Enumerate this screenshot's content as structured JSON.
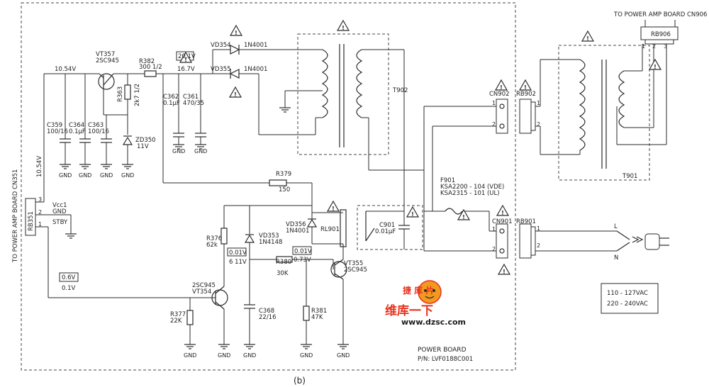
{
  "labels": {
    "v_10_54_top": "10.54V",
    "vt357": "VT357",
    "vt357_type": "2SC945",
    "r382": "R382",
    "r382_val": "300 1/2",
    "v_16_7": "16.7V",
    "v_20_1": "20.1V",
    "vd354": "VD354",
    "vd354_type": "1N4001",
    "vd355": "VD355",
    "vd355_type": "1N4001",
    "r363": "R363",
    "r363_val": "2k7 1/2",
    "c362": "C362",
    "c362_val": "0.1μF",
    "c361": "C361",
    "c361_val": "470/35",
    "c359": "C359",
    "c359_val": "100/16",
    "c364": "C364",
    "c364_val": "0.1μF",
    "c363": "C363",
    "c363_val": "100/16",
    "zd350": "ZD350",
    "zd350_val": "11V",
    "gnd": "GND",
    "t902": "T902",
    "cn902": "CN902",
    "rb902": "RB902",
    "pin1": "1",
    "pin2": "2",
    "pin3": "3",
    "r379": "R379",
    "r379_val": "150",
    "v_10_54_side": "10.54V",
    "to_power_amp_cn351": "TO POWER AMP BOARD CN351",
    "rb351": "RB351",
    "vcc1": "Vcc1",
    "gnd_pin": "GND",
    "stby": "STBY",
    "f901": "F901",
    "f901_vde": "KSA2200 - 104 (VDE)",
    "f901_ul": "KSA2315 - 101 (UL)",
    "vd356": "VD356",
    "vd356_type": "1N4001",
    "rl901": "RL901",
    "c901": "C901",
    "c901_val": "0.01μF",
    "cn901": "CN901",
    "rb901": "RB901",
    "r376": "R376",
    "r376_val": "62k",
    "vd353": "VD353",
    "vd353_type": "1N4148",
    "v_0_01_a": "0.01V",
    "v_6_11": "6 11V",
    "v_0_01_b": "0.01V",
    "v_0_73": "0.73V",
    "r380": "R380",
    "r380_val": "30K",
    "vt355": "VT355",
    "vt355_type": "2SC945",
    "v_0_6": "0.6V",
    "v_0_1": "0.1V",
    "vt354_type": "2SC945",
    "vt354": "VT354",
    "r377": "R377",
    "r377_val": "22K",
    "c368": "C368",
    "c368_val": "22/16",
    "r381": "R381",
    "r381_val": "47K",
    "to_power_amp_cn906": "TO POWER AMP BOARD CN906",
    "rb906": "RB906",
    "t901": "T901",
    "l": "L",
    "n": "N",
    "volt_range_1": "110 - 127VAC",
    "volt_range_2": "220 - 240VAC",
    "power_board": "POWER BOARD",
    "part_no": "P/N: LVF0188C001",
    "caption": "(b)",
    "warn_mark": "!"
  },
  "watermark": {
    "top_text": "捷 库 片",
    "cn_text": "维库一下",
    "url": "www.dzsc.com"
  },
  "colors": {
    "line": "#2a2a2a",
    "watermark_red": "#e8321e",
    "watermark_orange": "#f29a1f"
  }
}
